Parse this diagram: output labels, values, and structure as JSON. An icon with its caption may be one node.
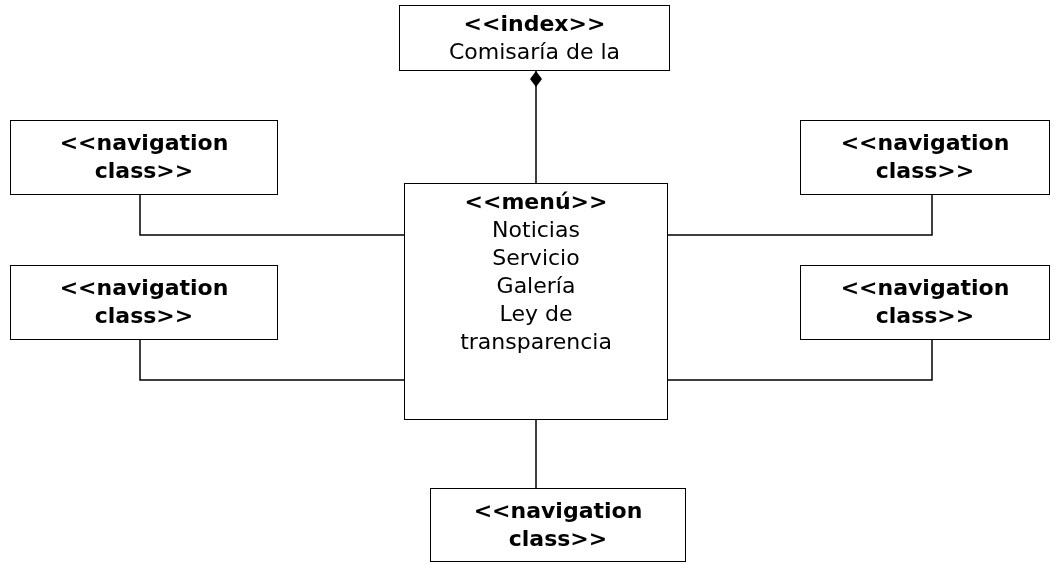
{
  "diagram": {
    "nodes": [
      {
        "text": [
          "<<index>>",
          "Comisaría de la"
        ]
      },
      {
        "text": [
          "<<menú>>",
          "Noticias",
          "Servicio",
          "Galería",
          "Ley de transparencia"
        ]
      },
      {
        "text": [
          "<<navigation class>>"
        ]
      },
      {
        "text": [
          "<<navigation class>>"
        ]
      },
      {
        "text": [
          "<<navigation class>>"
        ]
      },
      {
        "text": [
          "<<navigation class>>"
        ]
      },
      {
        "text": [
          "<<navigation class>>"
        ]
      }
    ],
    "edges": [
      {
        "from": 1,
        "to": 0,
        "arrow": "other"
      },
      {
        "from": 2,
        "to": 1,
        "arrow": "none"
      },
      {
        "from": 4,
        "to": 1,
        "arrow": "none"
      },
      {
        "from": 1,
        "to": 3,
        "arrow": "none"
      },
      {
        "from": 1,
        "to": 5,
        "arrow": "none"
      },
      {
        "from": 1,
        "to": 6,
        "arrow": "none"
      }
    ]
  }
}
